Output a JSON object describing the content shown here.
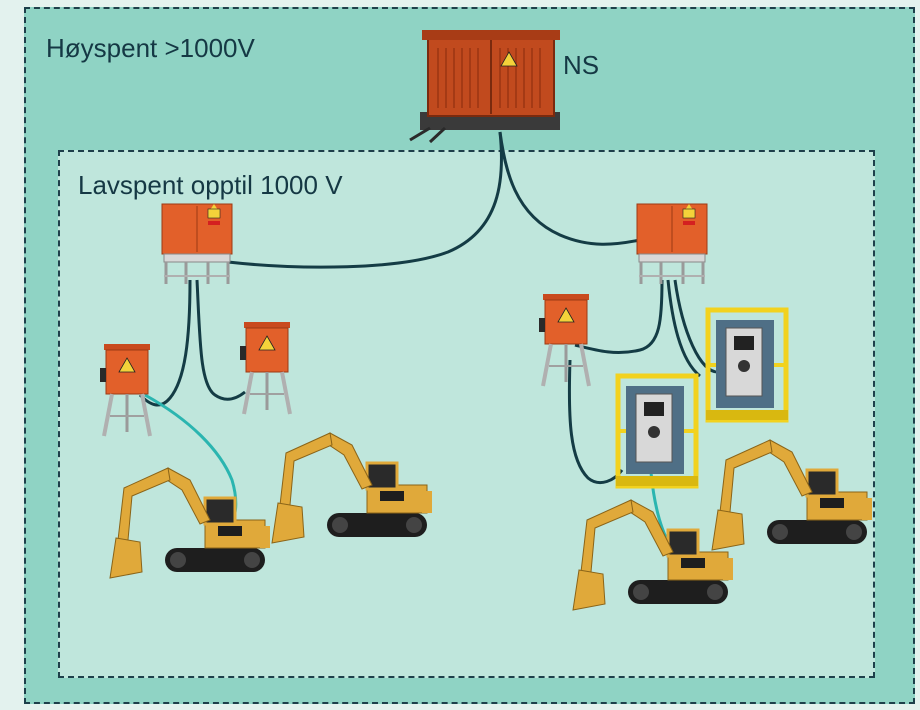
{
  "zones": {
    "high_voltage": {
      "label": "Høyspent >1000V"
    },
    "low_voltage": {
      "label": "Lavspent opptil 1000 V"
    }
  },
  "substation": {
    "label": "NS"
  },
  "icons": {
    "substation": "transformer-substation-icon",
    "distribution": "distribution-cabinet-icon",
    "sub_distribution": "sub-distribution-box-icon",
    "charger": "ev-charger-icon",
    "machine": "excavator-icon"
  },
  "colors": {
    "outer_zone": "#8fd3c4",
    "inner_zone": "#bfe6dc",
    "border": "#1d3f4a",
    "cable": "#143c45",
    "charging_cable": "#2bb5b0",
    "cabinet": "#e2602a",
    "charger": "#f2d21e",
    "excavator": "#e0a93a"
  }
}
